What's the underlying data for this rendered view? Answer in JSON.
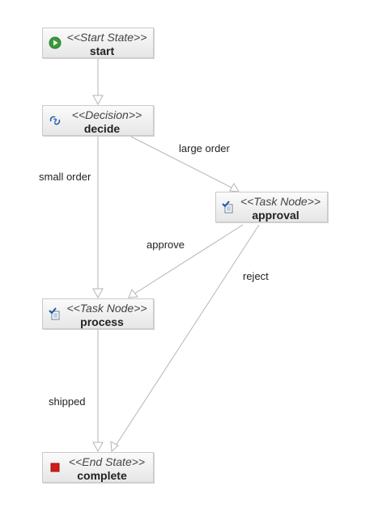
{
  "nodes": {
    "start": {
      "stereotype": "<<Start State>>",
      "name": "start"
    },
    "decide": {
      "stereotype": "<<Decision>>",
      "name": "decide"
    },
    "approval": {
      "stereotype": "<<Task Node>>",
      "name": "approval"
    },
    "process": {
      "stereotype": "<<Task Node>>",
      "name": "process"
    },
    "complete": {
      "stereotype": "<<End State>>",
      "name": "complete"
    }
  },
  "edges": {
    "large_order": "large order",
    "small_order": "small order",
    "approve": "approve",
    "reject": "reject",
    "shipped": "shipped"
  },
  "icons": {
    "start": "play-icon",
    "decide": "decision-icon",
    "approval": "task-icon",
    "process": "task-icon",
    "complete": "stop-icon"
  },
  "colors": {
    "start_icon": "#3a9a3a",
    "end_icon": "#d11b1b",
    "edge": "#b5b5b5"
  }
}
